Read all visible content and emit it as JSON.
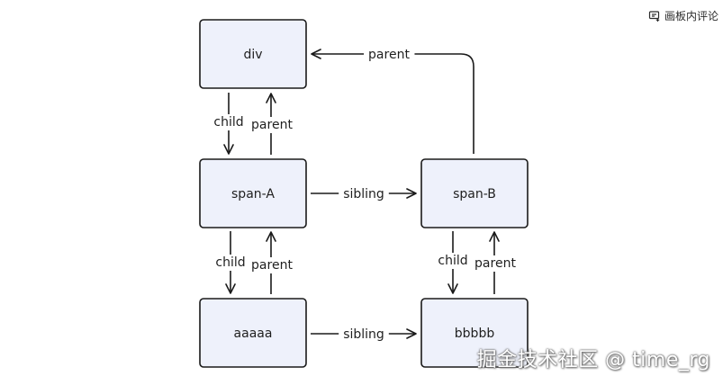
{
  "toolbar": {
    "comment_label": "画板内评论",
    "comment_icon": "comment-icon"
  },
  "watermark": {
    "text": "掘金技术社区 @ time_rg"
  },
  "nodes": [
    {
      "id": "div",
      "label": "div"
    },
    {
      "id": "span-A",
      "label": "span-A"
    },
    {
      "id": "span-B",
      "label": "span-B"
    },
    {
      "id": "aaaaa",
      "label": "aaaaa"
    },
    {
      "id": "bbbbb",
      "label": "bbbbb"
    }
  ],
  "edges": [
    {
      "id": "div-to-spanA",
      "from": "div",
      "to": "span-A",
      "label": "child"
    },
    {
      "id": "spanA-to-div",
      "from": "span-A",
      "to": "div",
      "label": "parent"
    },
    {
      "id": "spanB-to-div",
      "from": "span-B",
      "to": "div",
      "label": "parent"
    },
    {
      "id": "spanA-to-spanB",
      "from": "span-A",
      "to": "span-B",
      "label": "sibling"
    },
    {
      "id": "spanA-to-aaaaa",
      "from": "span-A",
      "to": "aaaaa",
      "label": "child"
    },
    {
      "id": "aaaaa-to-spanA",
      "from": "aaaaa",
      "to": "span-A",
      "label": "parent"
    },
    {
      "id": "spanB-to-bbbbb",
      "from": "span-B",
      "to": "bbbbb",
      "label": "child"
    },
    {
      "id": "bbbbb-to-spanB",
      "from": "bbbbb",
      "to": "span-B",
      "label": "parent"
    },
    {
      "id": "aaaaa-to-bbbbb",
      "from": "aaaaa",
      "to": "bbbbb",
      "label": "sibling"
    }
  ],
  "colors": {
    "node_fill": "#eef1fb",
    "stroke": "#1a1a1a"
  }
}
